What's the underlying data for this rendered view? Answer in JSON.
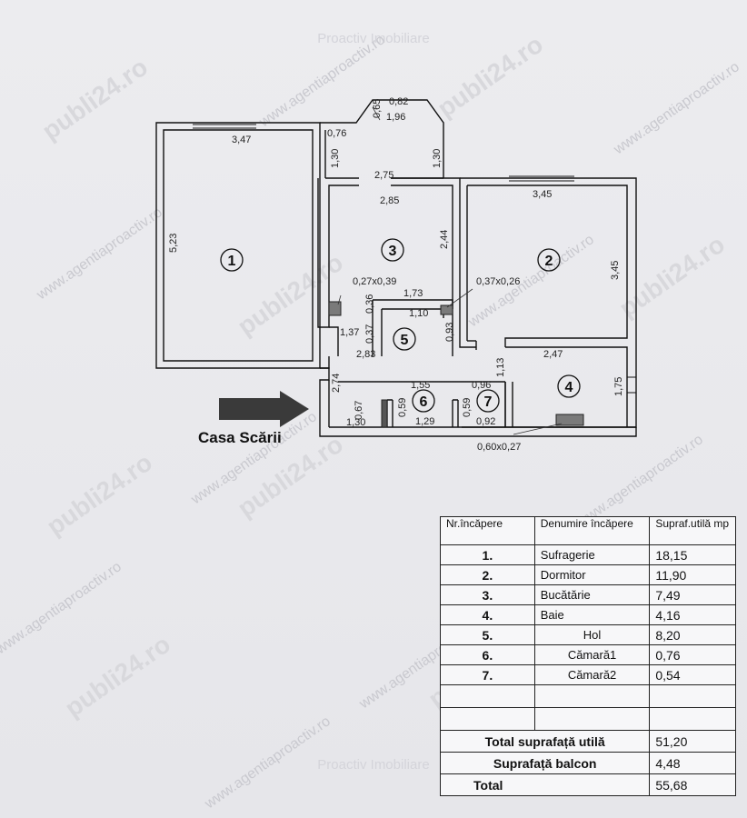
{
  "watermarks": {
    "top": "Proactiv Imobiliare",
    "bottom": "Proactiv Imobiliare",
    "site": "www.agentiaproactiv.ro",
    "brand": "publi24.ro"
  },
  "plan": {
    "rooms": [
      "1",
      "2",
      "3",
      "4",
      "5",
      "6",
      "7"
    ],
    "dims": {
      "d_0_82": "0,82",
      "d_0_65": "0,65",
      "d_1_96": "1,96",
      "d_0_76": "0,76",
      "d_3_47": "3,47",
      "d_1_30a": "1,30",
      "d_1_30b": "1,30",
      "d_2_75": "2,75",
      "d_2_85": "2,85",
      "d_3_45a": "3,45",
      "d_5_23": "5,23",
      "d_2_44": "2,44",
      "d_3_45b": "3,45",
      "d_027x039": "0,27x0,39",
      "d_037x026": "0,37x0,26",
      "d_1_73": "1,73",
      "d_0_36": "0,36",
      "d_1_10": "1,10",
      "d_1_37": "1,37",
      "d_0_37": "0,37",
      "d_0_93": "0,93",
      "d_2_83": "2,83",
      "d_2_47": "2,47",
      "d_1_13": "1,13",
      "d_2_74": "2,74",
      "d_1_55": "1,55",
      "d_0_96": "0,96",
      "d_1_75": "1,75",
      "d_0_67": "0,67",
      "d_0_59a": "0,59",
      "d_0_59b": "0,59",
      "d_1_30c": "1,30",
      "d_1_29": "1,29",
      "d_0_92": "0,92",
      "d_060x027": "0,60x0,27"
    }
  },
  "entrance_label": "Casa Scării",
  "table": {
    "headers": {
      "nr": "Nr.încăpere",
      "name": "Denumire încăpere",
      "area": "Supraf.utilă mp"
    },
    "rows": [
      {
        "nr": "1.",
        "name": "Sufragerie",
        "area": "18,15"
      },
      {
        "nr": "2.",
        "name": "Dormitor",
        "area": "11,90"
      },
      {
        "nr": "3.",
        "name": "Bucătărie",
        "area": "7,49"
      },
      {
        "nr": "4.",
        "name": "Baie",
        "area": "4,16"
      },
      {
        "nr": "5.",
        "name": "Hol",
        "area": "8,20"
      },
      {
        "nr": "6.",
        "name": "Cămară1",
        "area": "0,76"
      },
      {
        "nr": "7.",
        "name": "Cămară2",
        "area": "0,54"
      }
    ],
    "totals": [
      {
        "label": "Total suprafață utilă",
        "value": "51,20"
      },
      {
        "label": "Suprafață balcon",
        "value": "4,48"
      },
      {
        "label": "Total",
        "value": "55,68"
      }
    ]
  }
}
